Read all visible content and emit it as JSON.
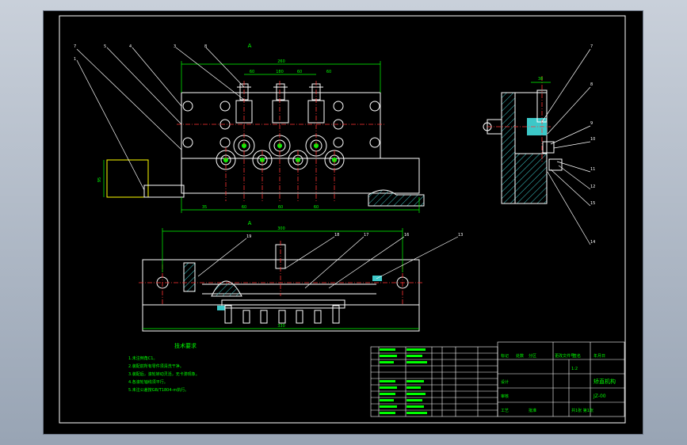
{
  "tech_requirements": {
    "title": "技术要求",
    "lines": [
      "1.未注倒角C1。",
      "2.装配前所有零件须清洗干净。",
      "3.装配后，滚轮转动灵活，无卡滞现象。",
      "4.各滚轮轴线须平行。",
      "5.未注公差按GB/T1804-m执行。"
    ]
  },
  "title_block": {
    "drawing_name": "矫直机构",
    "drawing_number": "JZ-00",
    "scale": "1:2",
    "sheet": "共1张 第1张",
    "material": "",
    "header_cells": [
      "标记",
      "处数",
      "分区",
      "更改文件号",
      "签名",
      "年月日"
    ],
    "role_cells": [
      "设计",
      "审核",
      "工艺",
      "批准"
    ]
  },
  "front_view": {
    "dims": {
      "overall": "260",
      "upper": "180",
      "sub": [
        "60",
        "60",
        "60"
      ],
      "lower": [
        "35",
        "60",
        "60",
        "60"
      ],
      "height": "95"
    },
    "balloons": [
      "7",
      "5",
      "4",
      "3",
      "8",
      "1"
    ]
  },
  "top_view": {
    "dims": {
      "overall": "300",
      "lower": "330"
    },
    "balloons": [
      "19",
      "18",
      "17",
      "16",
      "13"
    ]
  },
  "side_view": {
    "dims": {
      "top": "38"
    },
    "balloons": [
      "7",
      "8",
      "9",
      "10",
      "11",
      "12",
      "15",
      "14"
    ]
  },
  "section_markers": [
    "A",
    "A"
  ]
}
